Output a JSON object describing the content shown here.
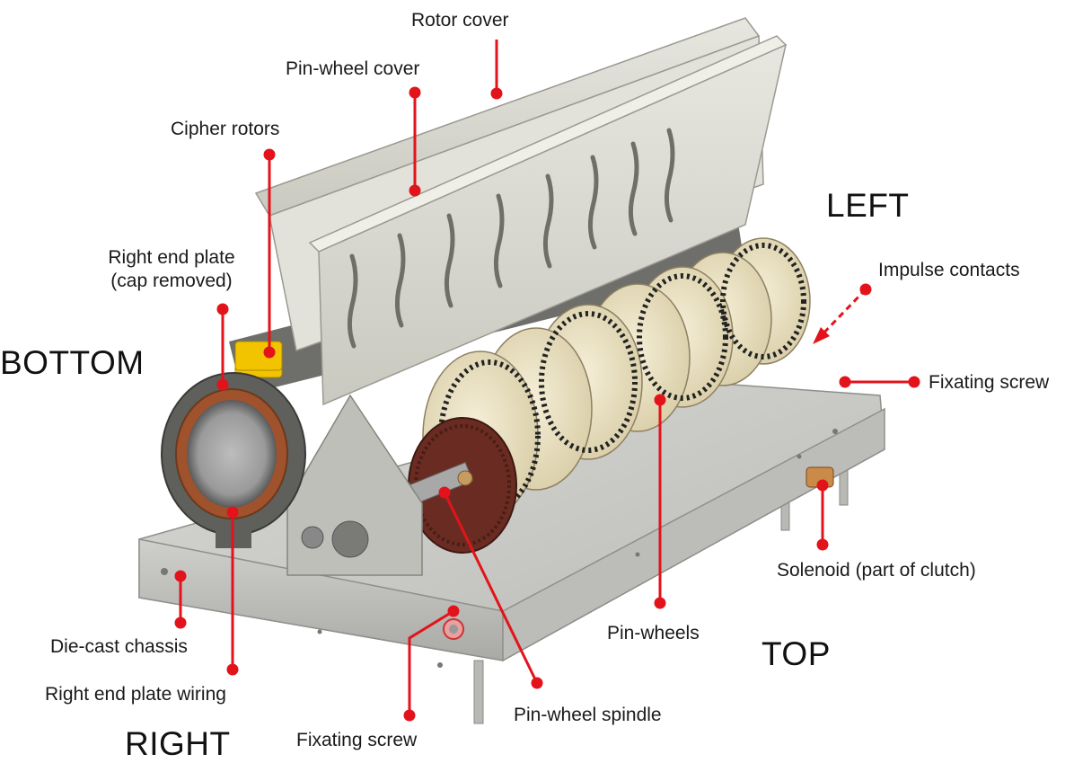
{
  "labels": {
    "rotor_cover": "Rotor cover",
    "pin_wheel_cover": "Pin-wheel cover",
    "cipher_rotors": "Cipher rotors",
    "right_end_plate_line1": "Right end plate",
    "right_end_plate_line2": "(cap removed)",
    "impulse_contacts": "Impulse contacts",
    "fixating_screw_right": "Fixating screw",
    "solenoid": "Solenoid (part of clutch)",
    "pin_wheels": "Pin-wheels",
    "die_cast_chassis": "Die-cast chassis",
    "right_end_plate_wiring": "Right end plate wiring",
    "pin_wheel_spindle": "Pin-wheel spindle",
    "fixating_screw_bottom": "Fixating screw"
  },
  "orientation": {
    "left": "LEFT",
    "bottom": "BOTTOM",
    "top": "TOP",
    "right": "RIGHT"
  },
  "colors": {
    "leader": "#e3131b",
    "label_text": "#1a1a1a",
    "cover": "#dcdcd3",
    "chassis": "#c9c9c6",
    "pin_wheel": "#ece3c6",
    "gear": "#6a2c22",
    "yellow_part": "#f2c400"
  }
}
